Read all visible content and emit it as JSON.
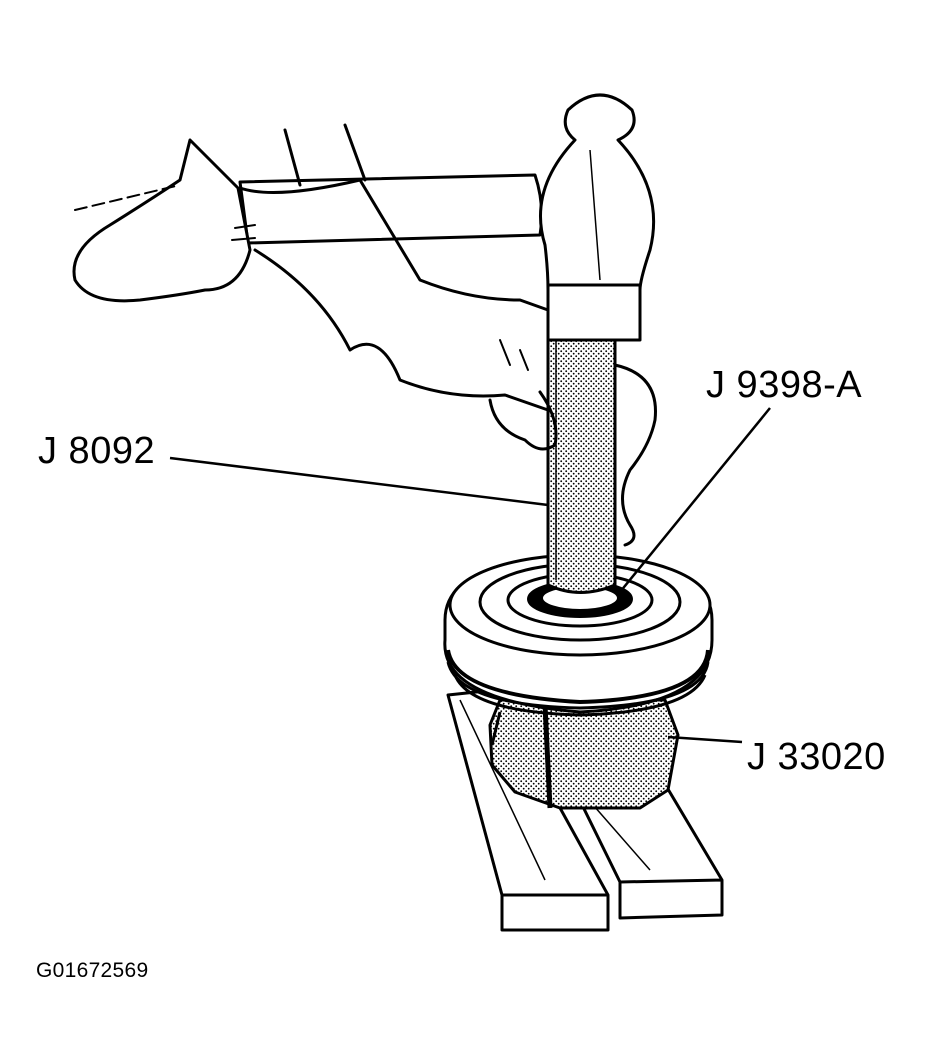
{
  "callouts": {
    "driver_handle": "J 8092",
    "installer": "J 9398-A",
    "support_fixture": "J 33020"
  },
  "figure_id": "G01672569",
  "colors": {
    "ink": "#000000",
    "paper": "#ffffff"
  }
}
